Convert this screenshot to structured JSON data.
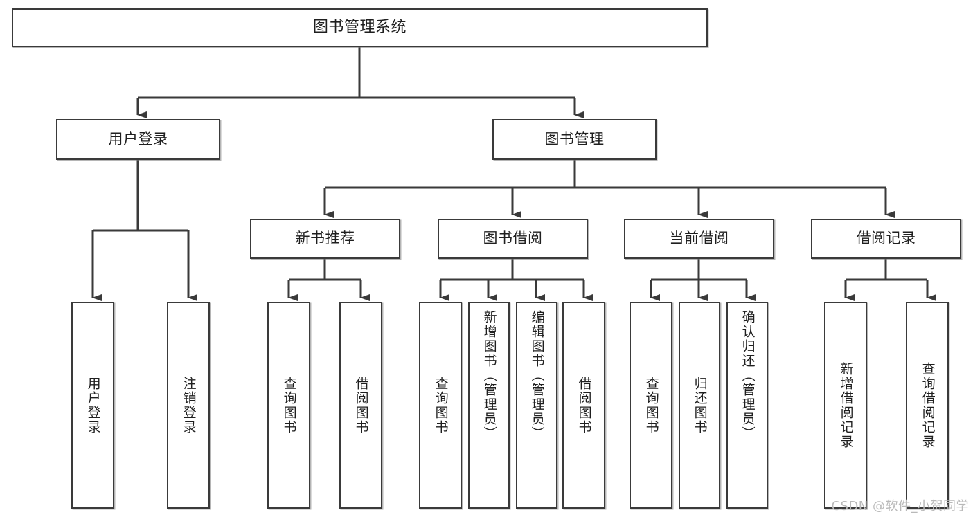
{
  "diagram": {
    "title": "图书管理系统",
    "type": "tree-hierarchy-chart",
    "orientation": "top-down",
    "colors": {
      "box_border": "#3a3a3a",
      "box_fill": "#ffffff",
      "connector": "#3a3a3a",
      "text": "#1f1f1f",
      "watermark": "#b9b9b9",
      "background": "#ffffff"
    }
  },
  "root": {
    "label": "图书管理系统"
  },
  "level2": [
    {
      "label": "用户登录"
    },
    {
      "label": "图书管理"
    }
  ],
  "level3": [
    {
      "label": "新书推荐"
    },
    {
      "label": "图书借阅"
    },
    {
      "label": "当前借阅"
    },
    {
      "label": "借阅记录"
    }
  ],
  "leaves": {
    "user_login": [
      {
        "label": "用户登录"
      },
      {
        "label": "注销登录"
      }
    ],
    "new_book_recommend": [
      {
        "label": "查询图书"
      },
      {
        "label": "借阅图书"
      }
    ],
    "book_borrow": [
      {
        "label": "查询图书"
      },
      {
        "label": "新增图书（管理员）"
      },
      {
        "label": "编辑图书（管理员）"
      },
      {
        "label": "借阅图书"
      }
    ],
    "current_borrow": [
      {
        "label": "查询图书"
      },
      {
        "label": "归还图书"
      },
      {
        "label": "确认归还（管理员）"
      }
    ],
    "borrow_record": [
      {
        "label": "新增借阅记录"
      },
      {
        "label": "查询借阅记录"
      }
    ]
  },
  "watermark": {
    "text": "CSDN @软件_小贺同学"
  }
}
